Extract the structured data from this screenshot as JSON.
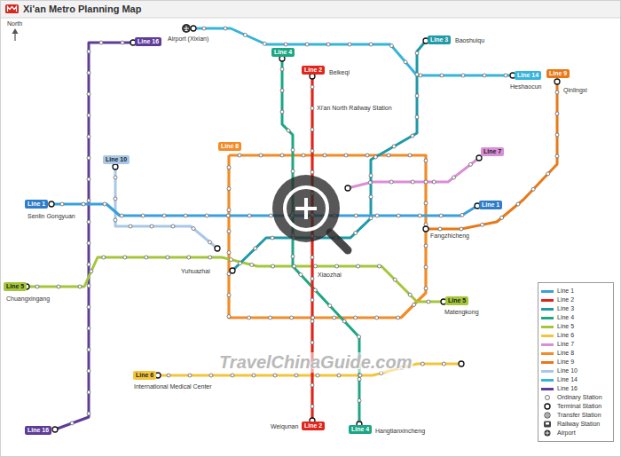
{
  "diagram": {
    "title": "Xi'an Metro Planning Map",
    "nodes": [
      {
        "text": [
          "Line 16"
        ]
      },
      {
        "text": [
          "Line 3"
        ]
      },
      {
        "text": [
          "Line 4"
        ]
      },
      {
        "text": [
          "Line 2"
        ]
      },
      {
        "text": [
          "Line 9"
        ]
      },
      {
        "text": [
          "Line 14"
        ]
      },
      {
        "text": [
          "Line 8"
        ]
      },
      {
        "text": [
          "Line 7"
        ]
      },
      {
        "text": [
          "Line 10"
        ]
      },
      {
        "text": [
          "Line 1"
        ]
      },
      {
        "text": [
          "Line 1"
        ]
      },
      {
        "text": [
          "Line 5"
        ]
      },
      {
        "text": [
          "Line 5"
        ]
      },
      {
        "text": [
          "Line 6"
        ]
      },
      {
        "text": [
          "Line 16"
        ]
      },
      {
        "text": [
          "Line 2"
        ]
      },
      {
        "text": [
          "Line 4"
        ]
      }
    ],
    "labels": [
      "North",
      "Airport (Xixian)",
      "Baoshuiqu",
      "Beikeqi",
      "Heshaocun",
      "Qinlingxi",
      "Xi'an North Railway Station",
      "Senlin Gongyuan",
      "Fangzhicheng",
      "Yuhuazhai",
      "Xiaozhai",
      "Chuangxingang",
      "Matengkong",
      "TravelChinaGuide.com",
      "International Medical Center",
      "Weiqunan",
      "Hangtianxincheng"
    ],
    "legend": [
      {
        "text": "Line 1",
        "color": "#3aa0dc"
      },
      {
        "text": "Line 2",
        "color": "#e1251b"
      },
      {
        "text": "Line 3",
        "color": "#1e9aa8"
      },
      {
        "text": "Line 4",
        "color": "#1ba784"
      },
      {
        "text": "Line 5",
        "color": "#a4c639"
      },
      {
        "text": "Line 6",
        "color": "#f2c53d"
      },
      {
        "text": "Line 7",
        "color": "#d98ed6"
      },
      {
        "text": "Line 8",
        "color": "#f28c28"
      },
      {
        "text": "Line 9",
        "color": "#e8791a"
      },
      {
        "text": "Line 10",
        "color": "#a9c8e8"
      },
      {
        "text": "Line 14",
        "color": "#36b4dc"
      },
      {
        "text": "Line 16",
        "color": "#5e3c99"
      },
      {
        "text": "Ordinary Station"
      },
      {
        "text": "Terminal Station"
      },
      {
        "text": "Transfer Station"
      },
      {
        "text": "Railway Station"
      },
      {
        "text": "Airport"
      }
    ]
  }
}
